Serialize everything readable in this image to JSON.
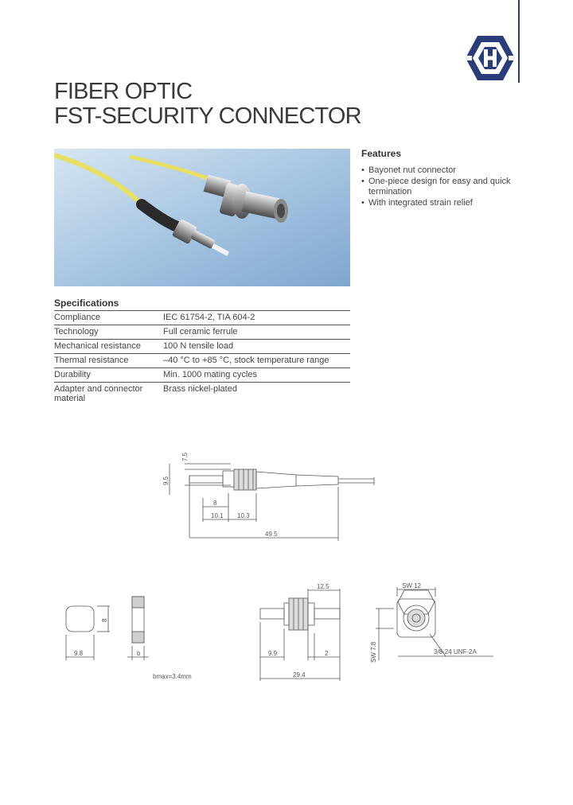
{
  "document": {
    "title_line1": "FIBER OPTIC",
    "title_line2": "FST-SECURITY CONNECTOR"
  },
  "features": {
    "heading": "Features",
    "items": [
      "Bayonet nut connector",
      "One-piece design for easy and quick termination",
      "With integrated strain relief"
    ]
  },
  "specifications": {
    "heading": "Specifications",
    "rows": [
      {
        "label": "Compliance",
        "value": "IEC 61754-2, TIA 604-2"
      },
      {
        "label": "Technology",
        "value": "Full ceramic ferrule"
      },
      {
        "label": "Mechanical resistance",
        "value": "100 N tensile load"
      },
      {
        "label": "Thermal resistance",
        "value": "–40 °C to +85 °C, stock temperature range"
      },
      {
        "label": "Durability",
        "value": "Min. 1000 mating cycles"
      },
      {
        "label": "Adapter and connector material",
        "value": "Brass nickel-plated"
      }
    ]
  },
  "drawing_connector": {
    "dim_7_5": "7.5",
    "dim_9_5": "9.5",
    "dim_8": "8",
    "dim_10_1": "10.1",
    "dim_10_3": "10.3",
    "dim_49_5": "49.5"
  },
  "drawing_nut": {
    "dim_9_8": "9.8",
    "dim_8": "8",
    "dim_b": "b",
    "note": "bmax=3.4mm"
  },
  "drawing_adapter": {
    "dim_12_5": "12.5",
    "dim_9_9": "9.9",
    "dim_2": "2",
    "dim_29_4": "29.4",
    "dim_sw12": "SW 12",
    "dim_sw7_8": "SW 7.8",
    "dim_thread": "3/8-24 UNF-2A"
  },
  "colors": {
    "brand_blue": "#2a3d7a",
    "fiber_yellow": "#e8e060",
    "photo_bg": "#a9c7e3"
  }
}
